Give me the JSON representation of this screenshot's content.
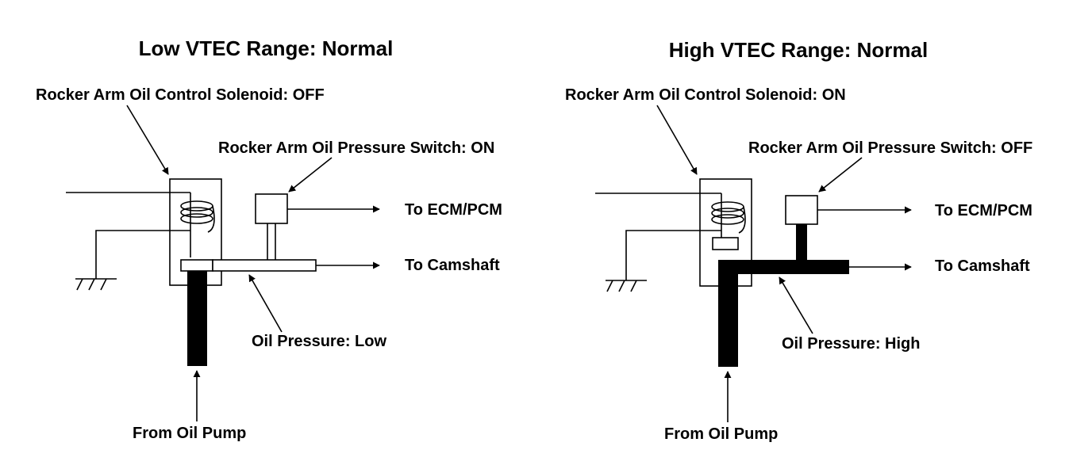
{
  "panels": [
    {
      "title": "Low VTEC Range: Normal",
      "solenoid_label": "Rocker Arm Oil Control Solenoid: OFF",
      "switch_label": "Rocker Arm Oil Pressure Switch: ON",
      "ecm_label": "To ECM/PCM",
      "camshaft_label": "To Camshaft",
      "pressure_label": "Oil Pressure: Low",
      "pump_label": "From Oil Pump"
    },
    {
      "title": "High VTEC Range: Normal",
      "solenoid_label": "Rocker Arm Oil Control Solenoid: ON",
      "switch_label": "Rocker Arm Oil Pressure Switch: OFF",
      "ecm_label": "To ECM/PCM",
      "camshaft_label": "To Camshaft",
      "pressure_label": "Oil Pressure: High",
      "pump_label": "From Oil Pump"
    }
  ]
}
